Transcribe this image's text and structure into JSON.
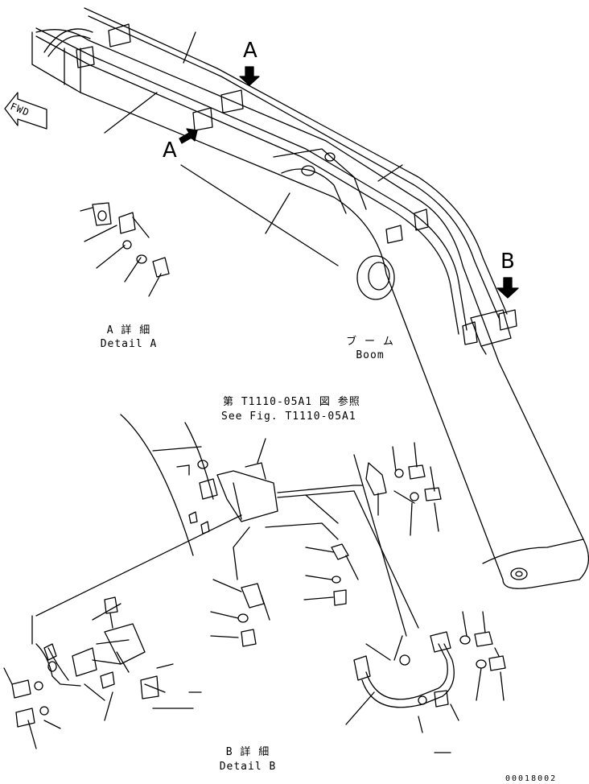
{
  "fwd_label": "FWD",
  "callouts": {
    "a_upper": "A",
    "a_middle": "A",
    "b": "B"
  },
  "detail_a": {
    "jp": "A 詳 細",
    "en": "Detail A"
  },
  "boom": {
    "jp": "ブ ー ム",
    "en": "Boom"
  },
  "see_fig": {
    "jp": "第 T1110-05A1 図 参照",
    "en": "See Fig. T1110-05A1"
  },
  "detail_b": {
    "jp": "B 詳 細",
    "en": "Detail B"
  },
  "figure_number": "00018002",
  "colors": {
    "line": "#000000",
    "background": "#ffffff"
  }
}
